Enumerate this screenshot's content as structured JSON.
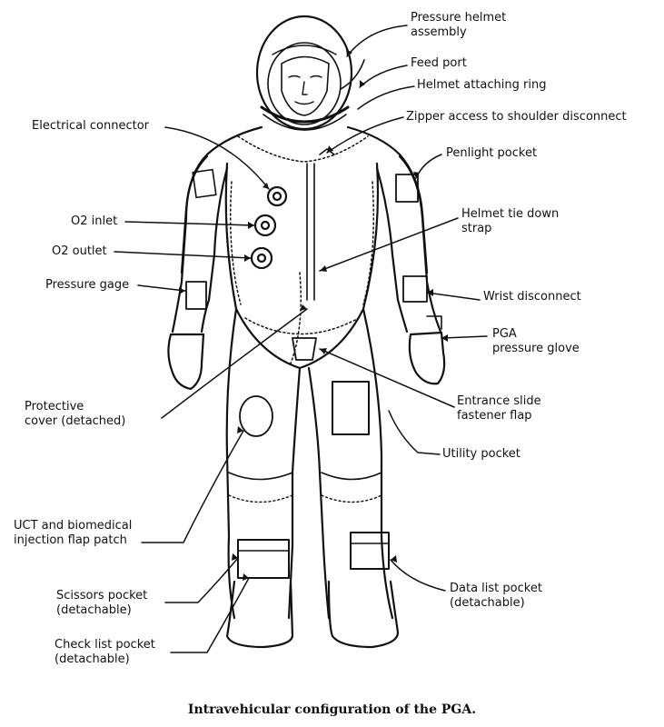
{
  "diagram": {
    "caption": "Intravehicular configuration of the PGA.",
    "labels": {
      "pressure_helmet": [
        "Pressure helmet",
        "assembly"
      ],
      "feed_port": [
        "Feed port"
      ],
      "helmet_ring": [
        "Helmet attaching ring"
      ],
      "zipper_access": [
        "Zipper access to shoulder disconnect"
      ],
      "penlight_pocket": [
        "Penlight pocket"
      ],
      "helmet_tie": [
        "Helmet tie down",
        "strap"
      ],
      "wrist_disconnect": [
        "Wrist disconnect"
      ],
      "pga_glove": [
        "PGA",
        "pressure glove"
      ],
      "entrance_flap": [
        "Entrance slide",
        "fastener flap"
      ],
      "utility_pocket": [
        "Utility pocket"
      ],
      "data_list_pocket": [
        "Data list pocket",
        "(detachable)"
      ],
      "electrical_connector": [
        "Electrical connector"
      ],
      "o2_inlet": [
        "O2 inlet"
      ],
      "o2_outlet": [
        "O2 outlet"
      ],
      "pressure_gage": [
        "Pressure gage"
      ],
      "protective_cover": [
        "Protective",
        "cover (detached)"
      ],
      "uct_patch": [
        "UCT and biomedical",
        "injection flap patch"
      ],
      "scissors_pocket": [
        "Scissors pocket",
        "(detachable)"
      ],
      "check_list_pocket": [
        "Check list pocket",
        "(detachable)"
      ]
    }
  }
}
